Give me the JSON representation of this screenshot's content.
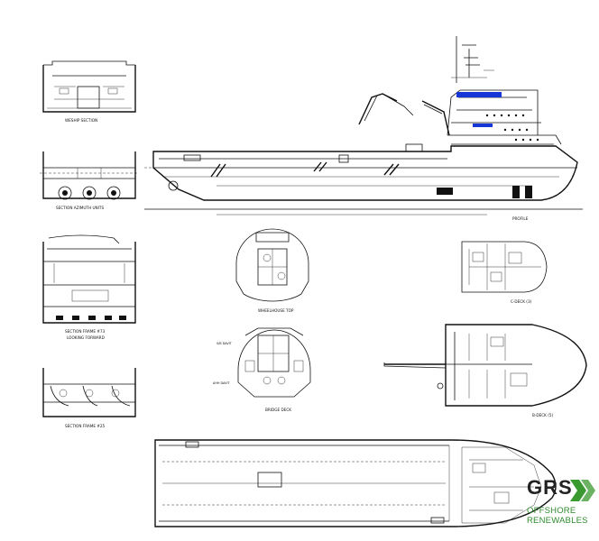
{
  "views": {
    "weship_section": "WESHIP SECTION",
    "section_azimuth": "SECTION AZIMUTH UNITS",
    "section_frame_73": "SECTION FRAME #73",
    "looking_forward": "LOOKING FORWARD",
    "section_frame_25": "SECTION FRAME #25",
    "profile": "PROFILE",
    "wheelhouse_top": "WHEELHOUSE TOP",
    "bridge_deck": "BRIDGE DECK",
    "c_deck": "C-DECK (3)",
    "b_deck": "B-DECK (5)"
  },
  "logo": {
    "brand": "GRS",
    "line1": "OFFSHORE",
    "line2": "RENEWABLES",
    "green": "#3a9a2f",
    "dark": "#222222"
  },
  "colors": {
    "lines": "#111111",
    "windows": "#1736d6",
    "background": "#ffffff"
  }
}
